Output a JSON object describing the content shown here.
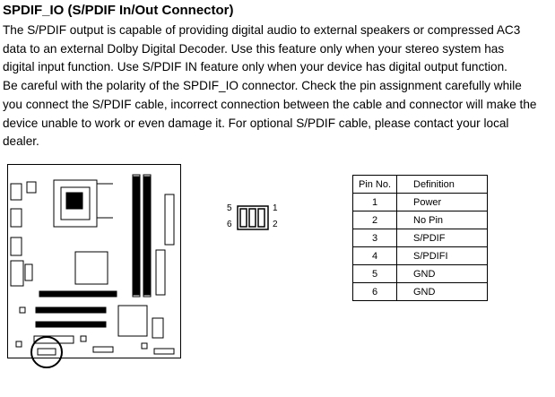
{
  "section_title": "SPDIF_IO (S/PDIF In/Out Connector)",
  "paragraph_lines": [
    "The S/PDIF output is capable of providing digital audio to external speakers or compressed AC3",
    "data to an external Dolby Digital Decoder.  Use this feature only when your stereo system has",
    "digital input function. Use S/PDIF IN  feature only when your device has digital output function.",
    "Be careful with the polarity of the SPDIF_IO connector.  Check the pin assignment carefully while",
    "you connect the S/PDIF cable, incorrect connection between the cable and connector will make the",
    "device unable to work or even damage it.  For optional S/PDIF cable, please contact your local",
    "dealer."
  ],
  "header_diagram": {
    "pin5": "5",
    "pin1": "1",
    "pin6": "6",
    "pin2": "2"
  },
  "pin_table": {
    "headers": [
      "Pin No.",
      "Definition"
    ],
    "rows": [
      [
        "1",
        "Power"
      ],
      [
        "2",
        "No Pin"
      ],
      [
        "3",
        "S/PDIF"
      ],
      [
        "4",
        "S/PDIFI"
      ],
      [
        "5",
        "GND"
      ],
      [
        "6",
        "GND"
      ]
    ]
  }
}
